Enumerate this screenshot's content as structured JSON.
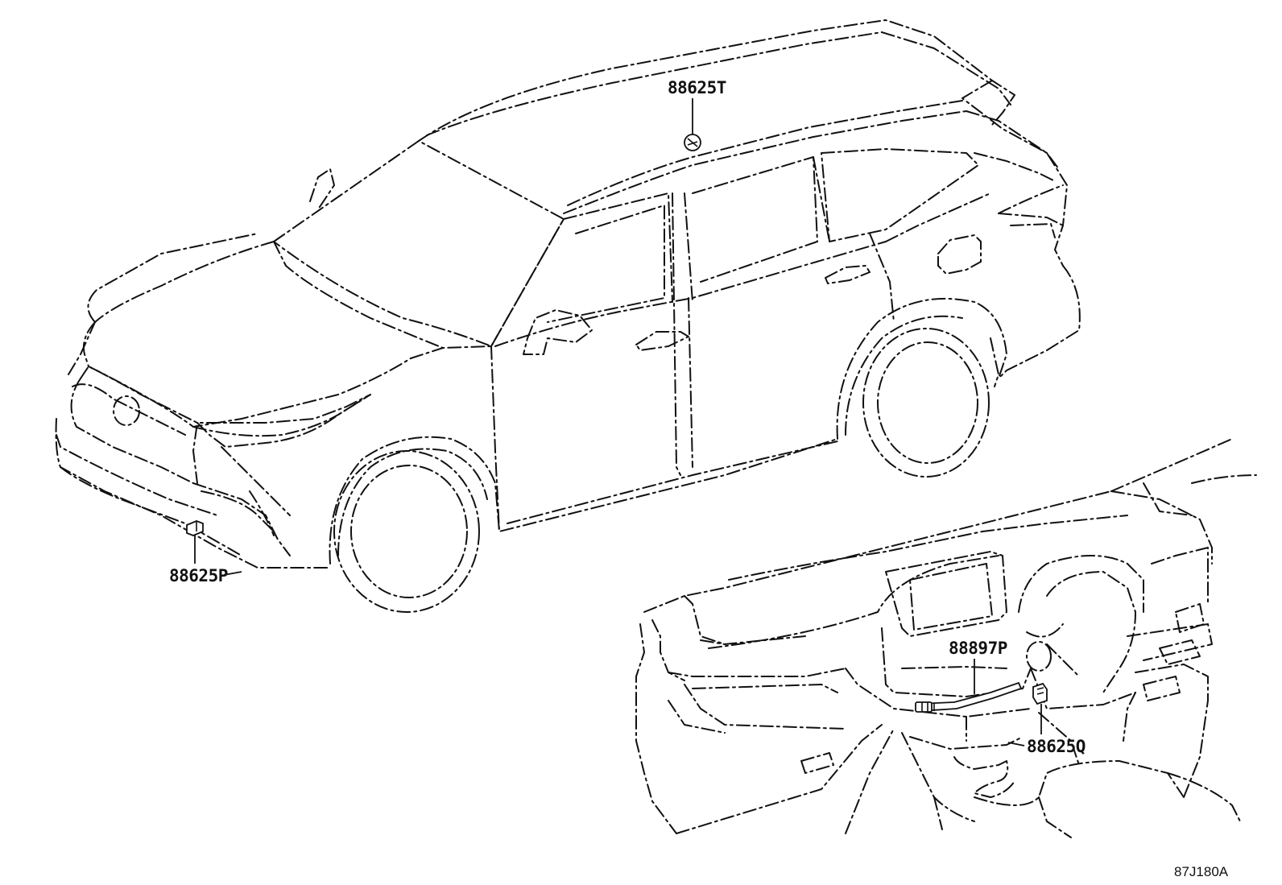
{
  "callouts": {
    "p1": "88625T",
    "p2": "88625P",
    "p3": "88897P",
    "p4": "88625Q"
  },
  "figure_code": "87J180A"
}
